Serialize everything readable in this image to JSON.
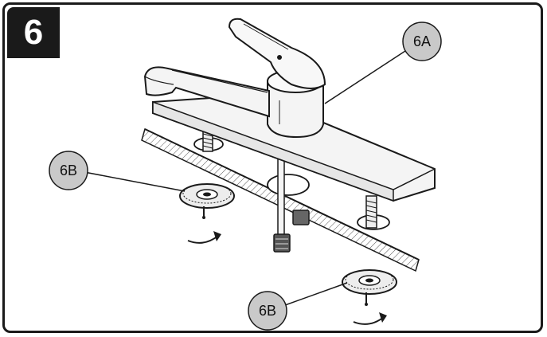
{
  "step": {
    "number": "6"
  },
  "callouts": {
    "faucet": "6A",
    "nut_left": "6B",
    "nut_right": "6B"
  },
  "colors": {
    "ink": "#1a1a1a",
    "callout_fill": "#c9c9c9",
    "metal": "#f4f4f4"
  }
}
